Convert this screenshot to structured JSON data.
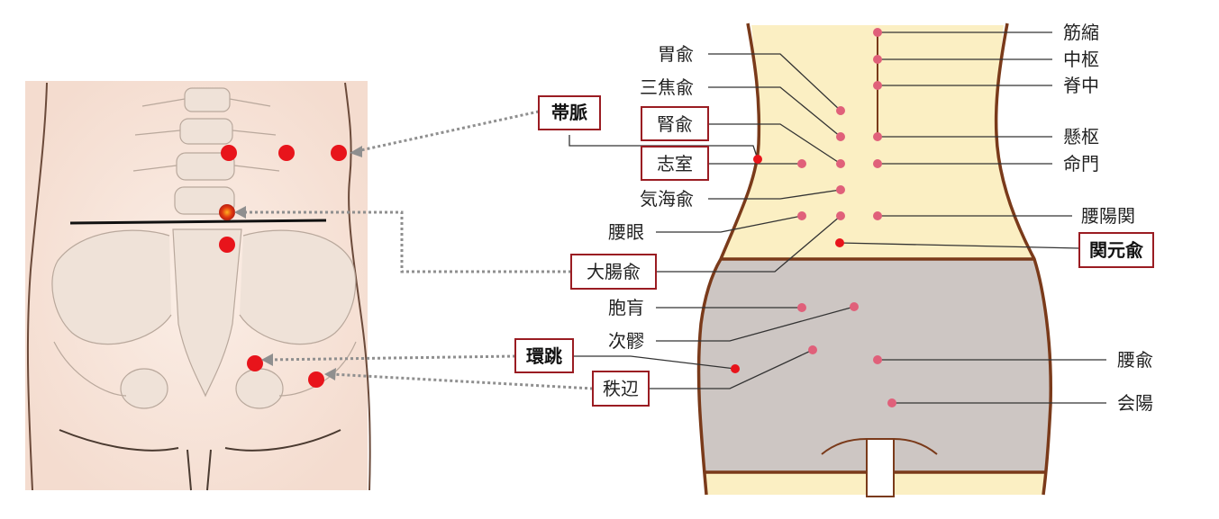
{
  "colors": {
    "upper_zone": "#fbefc3",
    "lower_zone": "#cdc6c3",
    "outline": "#7a3a1a",
    "point": "#e0607a",
    "emphasis_point": "#e8141b",
    "frame": "#9a1c22",
    "skin": "#f7e6dc"
  },
  "icons": {
    "illustration": "lower-back-and-pelvis-skeleton",
    "arrow": "dotted-arrow"
  },
  "labels": {
    "weiyu": "胃兪",
    "sanjiaoyu": "三焦兪",
    "shenyu": "腎兪",
    "daimai": "帯脈",
    "zhishi": "志室",
    "qihaiyu": "気海兪",
    "yaoyan": "腰眼",
    "dachangyu": "大腸兪",
    "baohuang": "胞肓",
    "ciliao": "次髎",
    "huantiao": "環跳",
    "zhibian": "秩辺",
    "jinsuo": "筋縮",
    "zhongshu": "中枢",
    "jizhong": "脊中",
    "xuanshu": "懸枢",
    "mingmen": "命門",
    "yaoyangguan": "腰陽関",
    "guanyuanyu": "関元兪",
    "yaoyu": "腰兪",
    "huiyang": "会陽"
  }
}
